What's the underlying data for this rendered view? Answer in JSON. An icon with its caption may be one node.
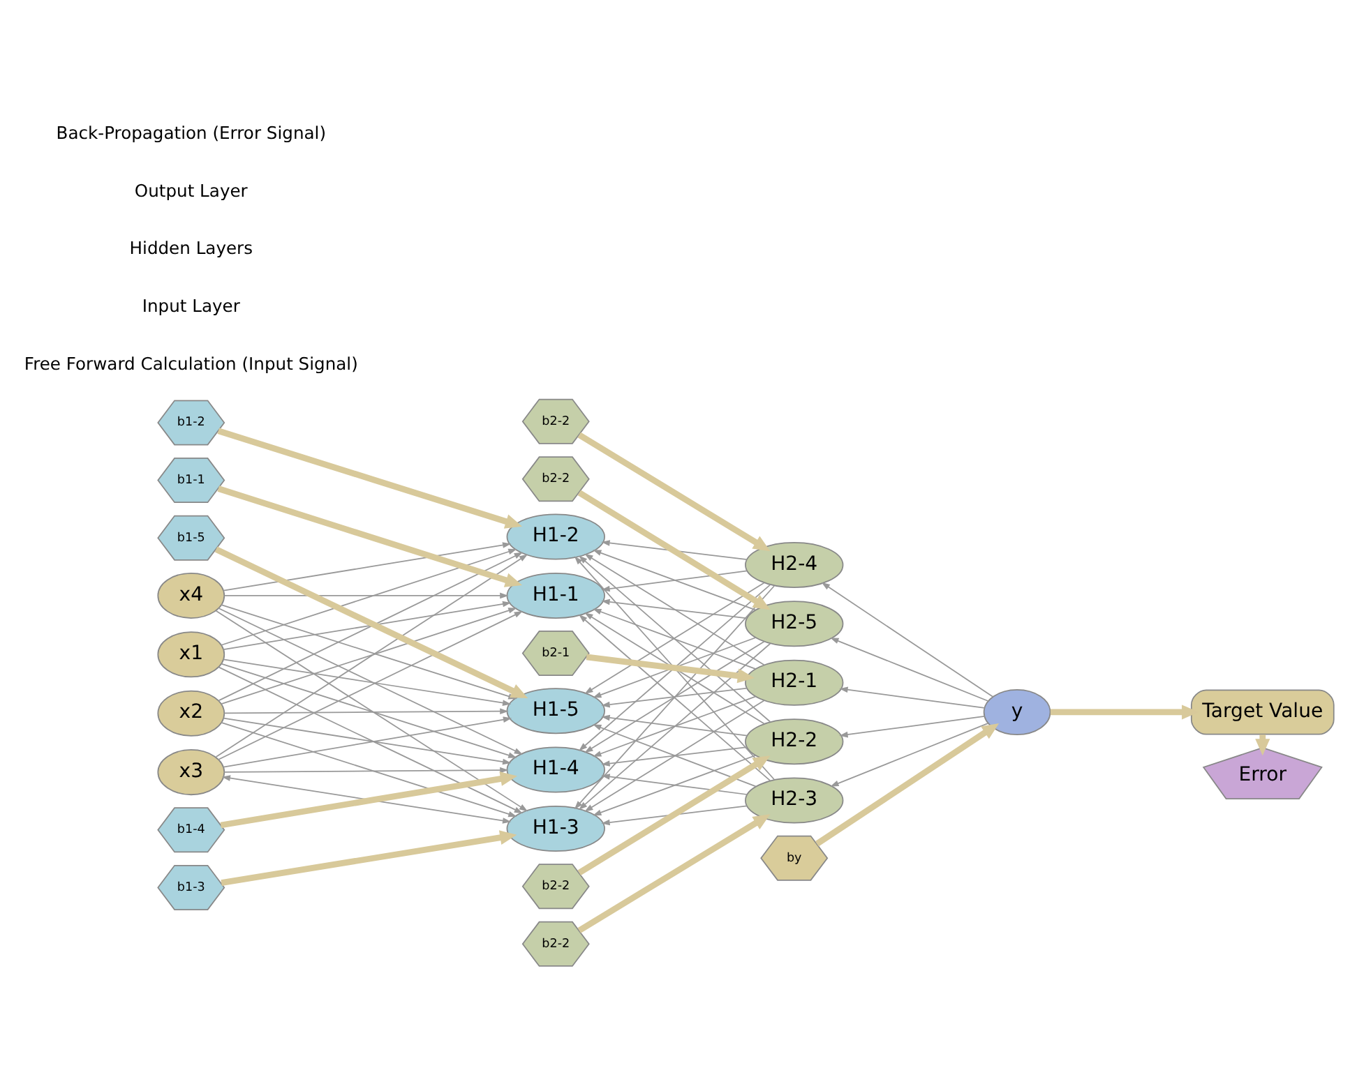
{
  "diagram": {
    "nodes": [
      {
        "text": [
          "x1"
        ]
      },
      {
        "text": [
          "x2"
        ]
      },
      {
        "text": [
          "x3"
        ]
      },
      {
        "text": [
          "x4"
        ]
      },
      {
        "text": [
          "b1-1"
        ]
      },
      {
        "text": [
          "b1-2"
        ]
      },
      {
        "text": [
          "b1-3"
        ]
      },
      {
        "text": [
          "b1-4"
        ]
      },
      {
        "text": [
          "b1-5"
        ]
      },
      {
        "text": [
          "H1-1"
        ]
      },
      {
        "text": [
          "H1-2"
        ]
      },
      {
        "text": [
          "H1-3"
        ]
      },
      {
        "text": [
          "H1-4"
        ]
      },
      {
        "text": [
          "H1-5"
        ]
      },
      {
        "text": [
          "b2-1"
        ]
      },
      {
        "text": [
          "b2-2"
        ]
      },
      {
        "text": [
          "b2-2"
        ]
      },
      {
        "text": [
          "b2-2"
        ]
      },
      {
        "text": [
          "b2-2"
        ]
      },
      {
        "text": [
          "H2-1"
        ]
      },
      {
        "text": [
          "H2-2"
        ]
      },
      {
        "text": [
          "H2-3"
        ]
      },
      {
        "text": [
          "H2-4"
        ]
      },
      {
        "text": [
          "H2-5"
        ]
      },
      {
        "text": [
          "by"
        ]
      },
      {
        "text": [
          "y"
        ]
      },
      {
        "text": [
          "Target Value"
        ]
      },
      {
        "text": [
          "Error"
        ]
      }
    ],
    "edges": [
      {
        "from": 0,
        "to": 9,
        "arrow": "to"
      },
      {
        "from": 0,
        "to": 10,
        "arrow": "to"
      },
      {
        "from": 0,
        "to": 11,
        "arrow": "to"
      },
      {
        "from": 0,
        "to": 12,
        "arrow": "to"
      },
      {
        "from": 0,
        "to": 13,
        "arrow": "to"
      },
      {
        "from": 1,
        "to": 9,
        "arrow": "to"
      },
      {
        "from": 1,
        "to": 10,
        "arrow": "to"
      },
      {
        "from": 1,
        "to": 11,
        "arrow": "to"
      },
      {
        "from": 1,
        "to": 12,
        "arrow": "to"
      },
      {
        "from": 1,
        "to": 13,
        "arrow": "to"
      },
      {
        "from": 2,
        "to": 9,
        "arrow": "to"
      },
      {
        "from": 2,
        "to": 10,
        "arrow": "to"
      },
      {
        "from": 2,
        "to": 11,
        "arrow": "both"
      },
      {
        "from": 2,
        "to": 12,
        "arrow": "to"
      },
      {
        "from": 2,
        "to": 13,
        "arrow": "to"
      },
      {
        "from": 3,
        "to": 9,
        "arrow": "to"
      },
      {
        "from": 3,
        "to": 10,
        "arrow": "to"
      },
      {
        "from": 3,
        "to": 11,
        "arrow": "to"
      },
      {
        "from": 3,
        "to": 12,
        "arrow": "to"
      },
      {
        "from": 3,
        "to": 13,
        "arrow": "to"
      },
      {
        "from": 4,
        "to": 9,
        "arrow": "to",
        "style": "thick",
        "color": "#d8c99a"
      },
      {
        "from": 5,
        "to": 10,
        "arrow": "to",
        "style": "thick",
        "color": "#d8c99a"
      },
      {
        "from": 6,
        "to": 11,
        "arrow": "to",
        "style": "thick",
        "color": "#d8c99a"
      },
      {
        "from": 7,
        "to": 12,
        "arrow": "to",
        "style": "thick",
        "color": "#d8c99a"
      },
      {
        "from": 8,
        "to": 13,
        "arrow": "to",
        "style": "thick",
        "color": "#d8c99a"
      },
      {
        "from": 19,
        "to": 9,
        "arrow": "to"
      },
      {
        "from": 19,
        "to": 10,
        "arrow": "to"
      },
      {
        "from": 19,
        "to": 11,
        "arrow": "to"
      },
      {
        "from": 19,
        "to": 12,
        "arrow": "to"
      },
      {
        "from": 19,
        "to": 13,
        "arrow": "to"
      },
      {
        "from": 20,
        "to": 9,
        "arrow": "to"
      },
      {
        "from": 20,
        "to": 10,
        "arrow": "to"
      },
      {
        "from": 20,
        "to": 11,
        "arrow": "to"
      },
      {
        "from": 20,
        "to": 12,
        "arrow": "to"
      },
      {
        "from": 20,
        "to": 13,
        "arrow": "to"
      },
      {
        "from": 21,
        "to": 9,
        "arrow": "to"
      },
      {
        "from": 21,
        "to": 10,
        "arrow": "to"
      },
      {
        "from": 21,
        "to": 11,
        "arrow": "to"
      },
      {
        "from": 21,
        "to": 12,
        "arrow": "to"
      },
      {
        "from": 21,
        "to": 13,
        "arrow": "to"
      },
      {
        "from": 22,
        "to": 9,
        "arrow": "to"
      },
      {
        "from": 22,
        "to": 10,
        "arrow": "to"
      },
      {
        "from": 22,
        "to": 11,
        "arrow": "to"
      },
      {
        "from": 22,
        "to": 12,
        "arrow": "to"
      },
      {
        "from": 22,
        "to": 13,
        "arrow": "to"
      },
      {
        "from": 23,
        "to": 9,
        "arrow": "to"
      },
      {
        "from": 23,
        "to": 10,
        "arrow": "to"
      },
      {
        "from": 23,
        "to": 11,
        "arrow": "to"
      },
      {
        "from": 23,
        "to": 12,
        "arrow": "to"
      },
      {
        "from": 23,
        "to": 13,
        "arrow": "to"
      },
      {
        "from": 14,
        "to": 19,
        "arrow": "to",
        "style": "thick",
        "color": "#d8c99a"
      },
      {
        "from": 15,
        "to": 20,
        "arrow": "to",
        "style": "thick",
        "color": "#d8c99a"
      },
      {
        "from": 16,
        "to": 21,
        "arrow": "to",
        "style": "thick",
        "color": "#d8c99a"
      },
      {
        "from": 17,
        "to": 22,
        "arrow": "to",
        "style": "thick",
        "color": "#d8c99a"
      },
      {
        "from": 18,
        "to": 23,
        "arrow": "to",
        "style": "thick",
        "color": "#d8c99a"
      },
      {
        "from": 25,
        "to": 19,
        "arrow": "to"
      },
      {
        "from": 25,
        "to": 20,
        "arrow": "to"
      },
      {
        "from": 25,
        "to": 21,
        "arrow": "to"
      },
      {
        "from": 25,
        "to": 22,
        "arrow": "to"
      },
      {
        "from": 25,
        "to": 23,
        "arrow": "to"
      },
      {
        "from": 24,
        "to": 25,
        "arrow": "to",
        "style": "thick",
        "color": "#d8c99a"
      },
      {
        "from": 25,
        "to": 26,
        "arrow": "to",
        "style": "thick",
        "color": "#d8c99a"
      },
      {
        "from": 26,
        "to": 27,
        "arrow": "to",
        "style": "thick",
        "color": "#d8c99a"
      }
    ],
    "labels": [
      "Free Forward Calculation (Input Signal)",
      "Input Layer",
      "Hidden Layers",
      "Output Layer",
      "Back-Propagation (Error Signal)"
    ]
  }
}
